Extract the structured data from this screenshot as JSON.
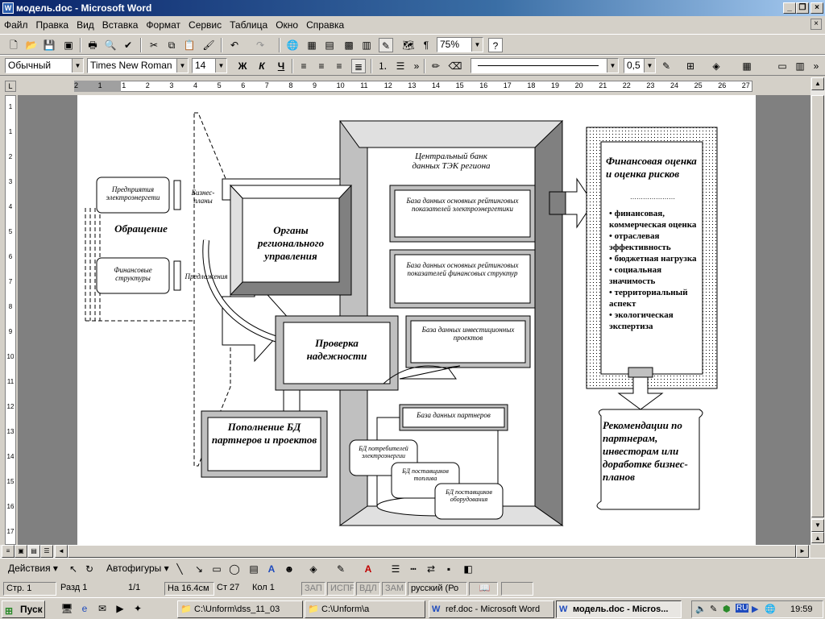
{
  "window": {
    "title": "модель.doc - Microsoft Word",
    "minimize": "_",
    "restore": "❐",
    "close": "×"
  },
  "menu": [
    "Файл",
    "Правка",
    "Вид",
    "Вставка",
    "Формат",
    "Сервис",
    "Таблица",
    "Окно",
    "Справка"
  ],
  "doc_close": "×",
  "standard_toolbar": {
    "zoom": "75%",
    "help_icon": "?"
  },
  "format_toolbar": {
    "style": "Обычный",
    "font": "Times New Roman",
    "size": "14",
    "bold": "Ж",
    "italic": "К",
    "underline": "Ч",
    "line_width": "0,5"
  },
  "ruler": {
    "ticks": [
      "2",
      "1",
      "1",
      "2",
      "3",
      "4",
      "5",
      "6",
      "7",
      "8",
      "9",
      "10",
      "11",
      "12",
      "13",
      "14",
      "15",
      "16",
      "17",
      "18",
      "19",
      "20",
      "21",
      "22",
      "23",
      "24",
      "25",
      "26",
      "27"
    ]
  },
  "vruler": {
    "ticks": [
      "1",
      "1",
      "2",
      "3",
      "4",
      "5",
      "6",
      "7",
      "8",
      "9",
      "10",
      "11",
      "12",
      "13",
      "14",
      "15",
      "16",
      "17"
    ]
  },
  "diagram": {
    "enterprises": "Предприятия электроэнергети",
    "finstruct": "Финансовые структуры",
    "circulation": "Обращение",
    "bizplans": "Бизнес-планы",
    "proposals": "Предложения",
    "authorities": "Органы регионального управления",
    "reliability": "Проверка надежности",
    "replenish": "Пополнение БД партнеров и проектов",
    "central_bank": "Центральный банк данных ТЭК региона",
    "db_energy": "База данных основных рейтинговых показателей электроэнергетики",
    "db_fin": "База данных основных рейтинговых показателей финансовых структур",
    "db_invest": "База данных инвестиционных проектов",
    "db_partners": "База данных партнеров",
    "db_consumers": "БД потребителей электроэнергии",
    "db_fuel": "БД поставщиков топлива",
    "db_equipment": "БД поставщиков оборудования",
    "fin_eval_title": "Финансовая оценка и оценка рисков",
    "fin_eval_dots": "…………………",
    "fin_eval_items": [
      "финансовая, коммерческая оценка",
      "отраслевая эффективность",
      "бюджетная нагрузка",
      "социальная значимость",
      "территориальный аспект",
      "экологическая экспертиза"
    ],
    "recommendations": "Рекомендации по партнерам, инвесторам или доработке бизнес-планов"
  },
  "drawing_toolbar": {
    "actions": "Действия",
    "autoshapes": "Автофигуры"
  },
  "status": {
    "page": "Стр. 1",
    "section": "Разд 1",
    "pages": "1/1",
    "at": "На 16.4см",
    "line": "Ст 27",
    "col": "Кол 1",
    "rec": "ЗАП",
    "trk": "ИСПР",
    "ext": "ВДЛ",
    "ovr": "ЗАМ",
    "lang": "русский (Ро"
  },
  "taskbar": {
    "start": "Пуск",
    "tasks": [
      "C:\\Unform\\dss_11_03",
      "C:\\Unform\\a",
      "ref.doc - Microsoft Word",
      "модель.doc - Micros..."
    ],
    "lang": "RU",
    "clock": "19:59"
  }
}
